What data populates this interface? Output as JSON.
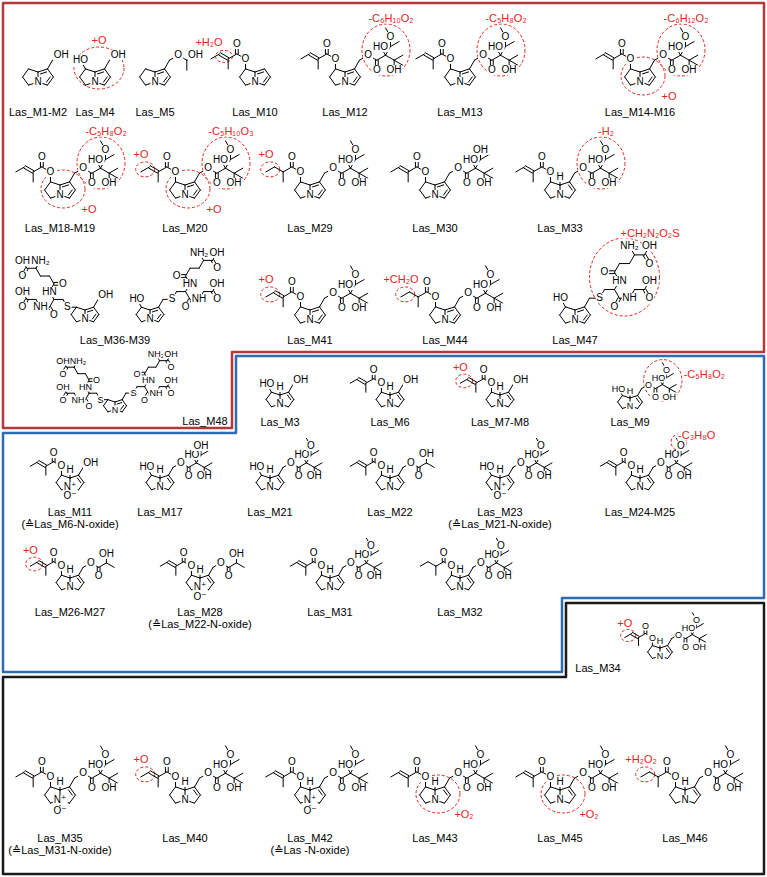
{
  "diagram": {
    "nodes": [
      {
        "text": [
          "Las_M1-M2",
          "Las_M4",
          "Las_M5",
          "Las_M10",
          "Las_M12",
          "Las_M13",
          "Las_M14-M16",
          "Las_M18-M19",
          "Las_M20",
          "Las_M29",
          "Las_M30",
          "Las_M33",
          "Las_M36-M39",
          "Las_M41",
          "Las_M44",
          "Las_M47",
          "Las_M48"
        ]
      },
      {
        "text": [
          "Las_M3",
          "Las_M6",
          "Las_M7-M8",
          "Las_M9",
          "Las_M11",
          "(≙Las_M6-N-oxide)",
          "Las_M17",
          "Las_M21",
          "Las_M22",
          "Las_M23",
          "(≙Las_M21-N-oxide)",
          "Las_M24-M25",
          "Las_M26-M27",
          "Las_M28",
          "(≙Las_M22-N-oxide)",
          "Las_M31",
          "Las_M32"
        ]
      },
      {
        "text": [
          "Las_M34",
          "Las_M35",
          "(≙Las_M31-N-oxide)",
          "Las_M40",
          "Las_M42",
          "(≙Las -N-oxide)",
          "Las_M43",
          "Las_M45",
          "Las_M46"
        ]
      }
    ],
    "labels": [
      "N",
      "OH",
      "+O",
      "N",
      "HO",
      "OH",
      "N",
      "O",
      "OH",
      "+H₂O",
      "N",
      "O",
      "O",
      "-C₆H₁₀O₂",
      "N",
      "O",
      "O",
      "O",
      "O",
      "HO",
      "O",
      "OH",
      "-C₅H₈O₂",
      "N",
      "O",
      "O",
      "O",
      "O",
      "HO",
      "O",
      "OH",
      "-C₆H₁₂O₂",
      "+O",
      "N",
      "O",
      "O",
      "O",
      "O",
      "HO",
      "O",
      "OH",
      "-C₅H₈O₂",
      "+O",
      "N",
      "O",
      "O",
      "O",
      "O",
      "HO",
      "O",
      "OH",
      "+O",
      "-C₅H₁₀O₃",
      "+O",
      "N",
      "O",
      "O",
      "O",
      "O",
      "HO",
      "O",
      "OH",
      "+O",
      "N",
      "O",
      "O",
      "O",
      "O",
      "HO",
      "O",
      "OH",
      "N",
      "O",
      "O",
      "O",
      "O",
      "HO",
      "OH",
      "OH",
      "-H₂",
      "H",
      "N",
      "O",
      "O",
      "O",
      "O",
      "HO",
      "O",
      "OH",
      "N",
      "S",
      "HN",
      "O",
      "NH₂",
      "O",
      "OH",
      "O",
      "NH",
      "O",
      "OH",
      "OH",
      "N",
      "HO",
      "S",
      "HN",
      "O",
      "NH₂",
      "O",
      "OH",
      "O",
      "NH",
      "O",
      "OH",
      "+O",
      "N",
      "O",
      "O",
      "O",
      "O",
      "HO",
      "O",
      "OH",
      "+CH₂O",
      "N",
      "O",
      "O",
      "O",
      "O",
      "HO",
      "O",
      "OH",
      "+CH₂N₂O₂S",
      "N",
      "HO",
      "S",
      "HN",
      "O",
      "NH₂",
      "O",
      "OH",
      "O",
      "NH",
      "O",
      "OH",
      "N",
      "S",
      "HN",
      "O",
      "NH₂",
      "O",
      "OH",
      "O",
      "NH",
      "O",
      "OH",
      "S",
      "HN",
      "O",
      "NH₂",
      "O",
      "OH",
      "O",
      "NH",
      "O",
      "OH",
      "H",
      "N",
      "HO",
      "OH",
      "H",
      "N",
      "O",
      "O",
      "OH",
      "+O",
      "H",
      "N",
      "O",
      "O",
      "OH",
      "-C₅H₈O₂",
      "H",
      "N",
      "HO",
      "O",
      "O",
      "HO",
      "O",
      "OH",
      "H",
      "N⁺",
      "O⁻",
      "O",
      "O",
      "OH",
      "H",
      "N",
      "HO",
      "O",
      "O",
      "HO",
      "OH",
      "OH",
      "H",
      "N",
      "HO",
      "O",
      "O",
      "HO",
      "O",
      "OH",
      "H",
      "N",
      "O",
      "O",
      "O",
      "O",
      "OH",
      "H",
      "N⁺",
      "O⁻",
      "HO",
      "O",
      "O",
      "HO",
      "O",
      "OH",
      "-C₃H₈O",
      "H",
      "N",
      "O",
      "O",
      "O",
      "O",
      "HO",
      "O",
      "OH",
      "+O",
      "H",
      "N",
      "O",
      "O",
      "O",
      "O",
      "OH",
      "H",
      "N⁺",
      "O⁻",
      "O",
      "O",
      "O",
      "O",
      "OH",
      "H",
      "N",
      "O",
      "O",
      "O",
      "O",
      "HO",
      "O",
      "OH",
      "H",
      "N",
      "O",
      "O",
      "O",
      "O",
      "HO",
      "O",
      "OH",
      "+O",
      "H",
      "N",
      "O",
      "O",
      "O",
      "O",
      "HO",
      "O",
      "OH",
      "H",
      "N⁺",
      "O⁻",
      "O",
      "O",
      "O",
      "O",
      "HO",
      "O",
      "OH",
      "+O",
      "H",
      "N",
      "O",
      "O",
      "O",
      "O",
      "HO",
      "O",
      "OH",
      "H",
      "N⁺",
      "O⁻",
      "O",
      "O",
      "O",
      "O",
      "HO",
      "O",
      "OH",
      "+O₂",
      "H",
      "N",
      "O",
      "O",
      "O",
      "O",
      "HO",
      "O",
      "OH",
      "+O₂",
      "H",
      "N",
      "O",
      "O",
      "O",
      "O",
      "HO",
      "O",
      "OH",
      "+H₂O₂",
      "H",
      "N",
      "O",
      "O",
      "O",
      "O",
      "HO",
      "O",
      "OH"
    ]
  }
}
